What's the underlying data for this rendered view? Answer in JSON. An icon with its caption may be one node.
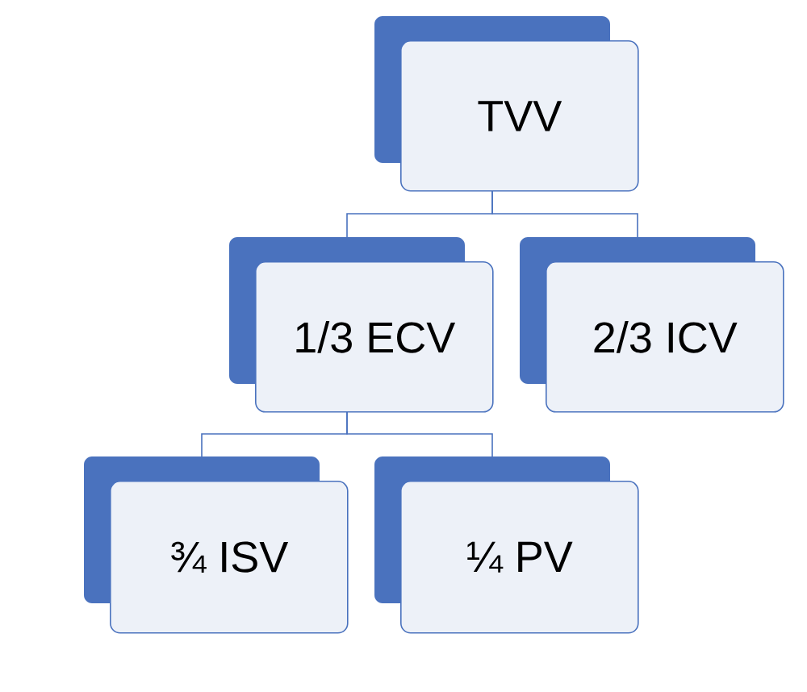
{
  "diagram": {
    "nodes": [
      {
        "text": [
          "TVV"
        ]
      },
      {
        "text": [
          "1/3 ECV"
        ]
      },
      {
        "text": [
          "2/3 ICV"
        ]
      },
      {
        "text": [
          "¾ ISV"
        ]
      },
      {
        "text": [
          "¼ PV"
        ]
      }
    ],
    "edges": [
      {
        "from": 0,
        "to": 1,
        "arrow": "none"
      },
      {
        "from": 0,
        "to": 2,
        "arrow": "none"
      },
      {
        "from": 1,
        "to": 3,
        "arrow": "none"
      },
      {
        "from": 1,
        "to": 4,
        "arrow": "none"
      }
    ]
  }
}
